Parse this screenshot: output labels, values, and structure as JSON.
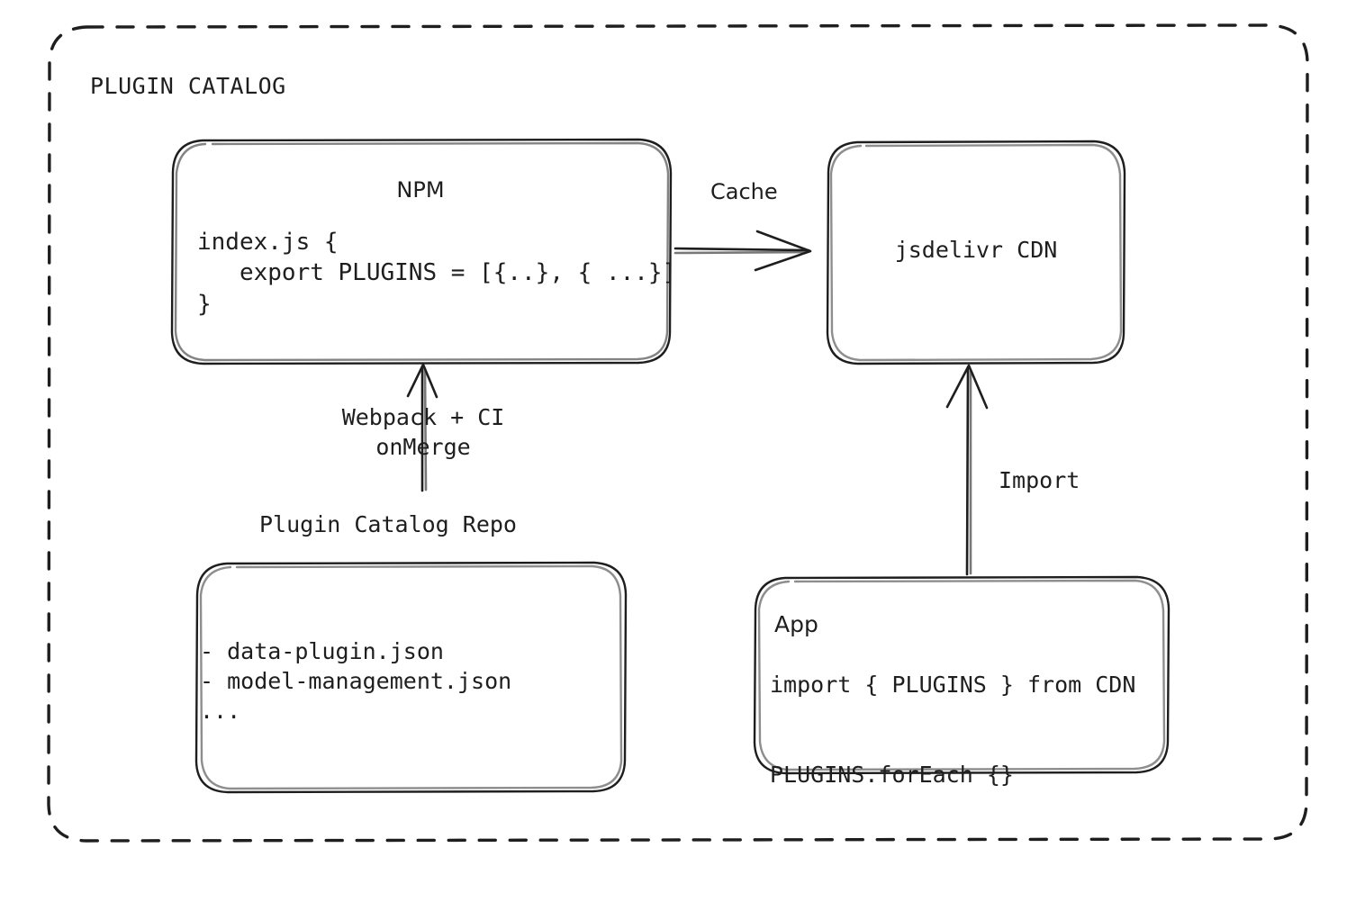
{
  "diagram": {
    "title": "PLUGIN CATALOG",
    "background": "#ffffff",
    "stroke": "#1e1e1e"
  },
  "nodes": {
    "npm": {
      "title": "NPM",
      "code": "index.js {\n   export PLUGINS = [{..}, { ...}]\n}"
    },
    "cdn": {
      "title": "jsdelivr CDN"
    },
    "repo": {
      "caption": "Plugin Catalog Repo",
      "files": "- data-plugin.json\n- model-management.json\n..."
    },
    "app": {
      "title": "App",
      "code": "import { PLUGINS } from CDN\n\nPLUGINS.forEach {}"
    }
  },
  "edges": {
    "cache": {
      "label": "Cache",
      "from": "npm",
      "to": "cdn"
    },
    "build": {
      "label": "Webpack + CI\nonMerge",
      "from": "repo",
      "to": "npm"
    },
    "import": {
      "label": "Import",
      "from": "app",
      "to": "cdn"
    }
  }
}
